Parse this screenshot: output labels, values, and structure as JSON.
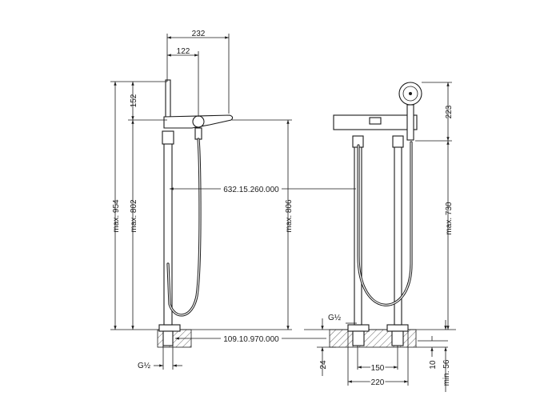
{
  "dimensions": {
    "width_total": "232",
    "width_spout": "122",
    "height_top": "152",
    "height_max_total": "max. 954",
    "height_max_body": "max. 802",
    "height_max_spout": "max. 806",
    "part_number_hose": "632.15.260.000",
    "part_number_base": "109.10.970.000",
    "thread_left": "G½",
    "thread_right": "G½",
    "height_shower_right": "223",
    "height_max_right": "max. 730",
    "floor_thickness": "24",
    "base_spacing": "150",
    "base_width": "220",
    "base_offset": "10",
    "min_depth": "min. 56"
  }
}
